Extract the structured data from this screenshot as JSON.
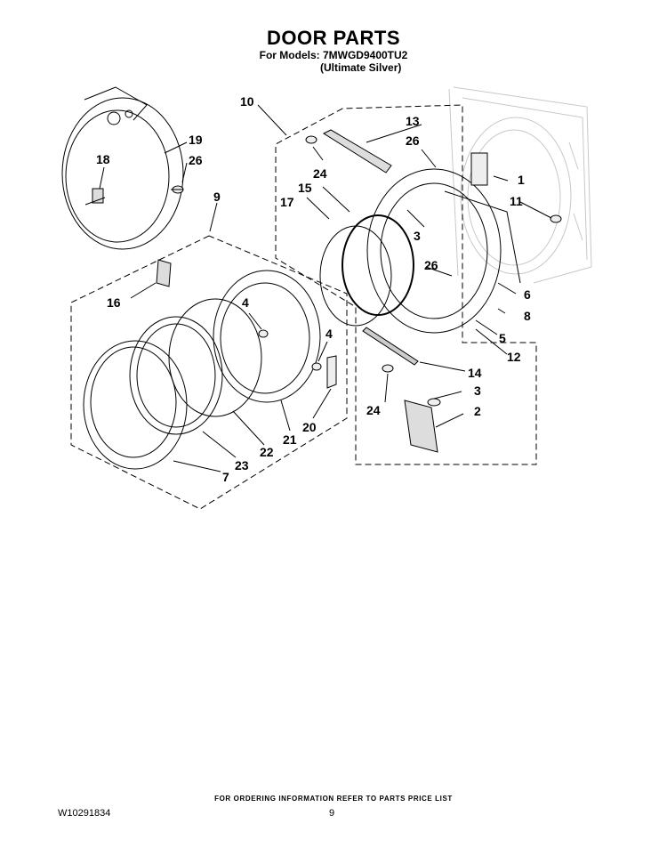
{
  "header": {
    "title": "DOOR PARTS",
    "models": "For Models: 7MWGD9400TU2",
    "variant": "(Ultimate Silver)"
  },
  "callouts": [
    "1",
    "2",
    "3",
    "3",
    "4",
    "4",
    "5",
    "6",
    "7",
    "8",
    "9",
    "10",
    "11",
    "12",
    "13",
    "14",
    "15",
    "16",
    "17",
    "18",
    "19",
    "20",
    "21",
    "22",
    "23",
    "24",
    "24",
    "26",
    "26",
    "26"
  ],
  "footer": {
    "ordering_note": "FOR ORDERING INFORMATION REFER TO PARTS PRICE LIST",
    "doc_number": "W10291834",
    "page_number": "9"
  }
}
